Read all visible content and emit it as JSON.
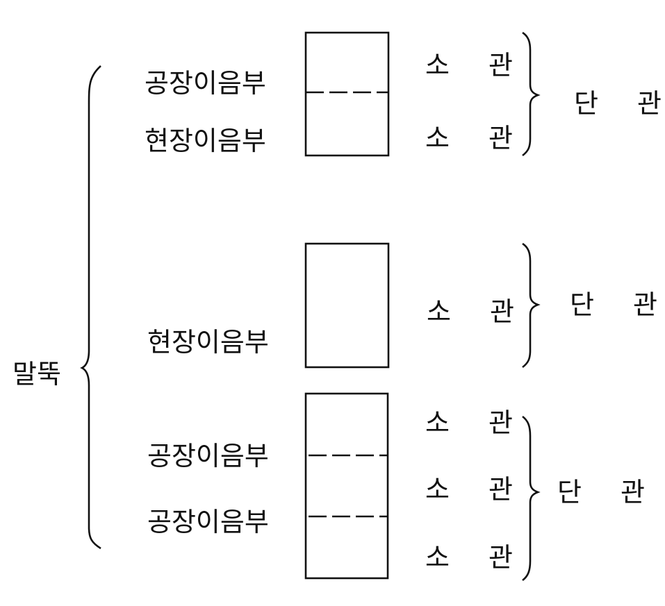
{
  "root": {
    "label": "말뚝"
  },
  "groups": [
    {
      "left_labels": [
        "공장이음부",
        "현장이음부"
      ],
      "segments": [
        "소 관",
        "소 관"
      ],
      "result": "단 관"
    },
    {
      "left_labels": [
        "현장이음부"
      ],
      "segments": [
        "소 관"
      ],
      "result": "단 관"
    },
    {
      "left_labels": [
        "공장이음부",
        "공장이음부"
      ],
      "segments": [
        "소 관",
        "소 관",
        "소 관"
      ],
      "result": "단 관"
    }
  ],
  "colors": {
    "line": "#111111",
    "background": "#ffffff"
  }
}
